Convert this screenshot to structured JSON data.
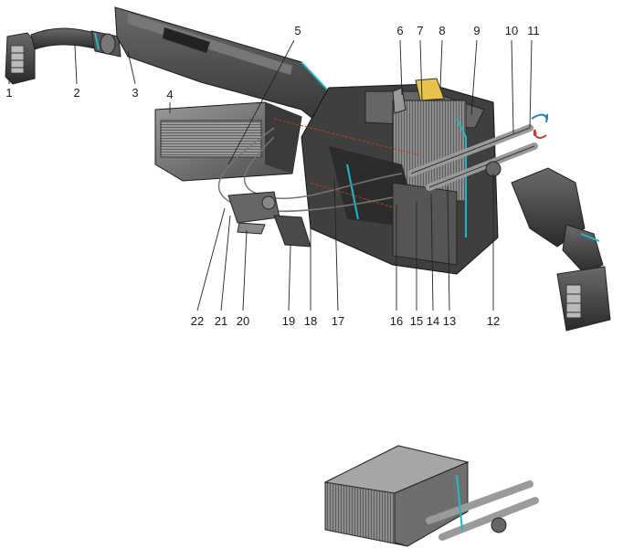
{
  "diagram": {
    "callouts": [
      {
        "id": "1",
        "label": "1"
      },
      {
        "id": "2",
        "label": "2"
      },
      {
        "id": "3",
        "label": "3"
      },
      {
        "id": "4",
        "label": "4"
      },
      {
        "id": "5",
        "label": "5"
      },
      {
        "id": "6",
        "label": "6"
      },
      {
        "id": "7",
        "label": "7"
      },
      {
        "id": "8",
        "label": "8"
      },
      {
        "id": "9",
        "label": "9"
      },
      {
        "id": "10",
        "label": "10"
      },
      {
        "id": "11",
        "label": "11"
      },
      {
        "id": "12",
        "label": "12"
      },
      {
        "id": "13",
        "label": "13"
      },
      {
        "id": "14",
        "label": "14"
      },
      {
        "id": "15",
        "label": "15"
      },
      {
        "id": "16",
        "label": "16"
      },
      {
        "id": "17",
        "label": "17"
      },
      {
        "id": "18",
        "label": "18"
      },
      {
        "id": "19",
        "label": "19"
      },
      {
        "id": "20",
        "label": "20"
      },
      {
        "id": "21",
        "label": "21"
      },
      {
        "id": "22",
        "label": "22"
      }
    ],
    "colors": {
      "housing": "#3a3a3a",
      "housing_light": "#8a8a8a",
      "accent_cyan": "#1fb8c9",
      "accent_yellow": "#e8c24a",
      "accent_red": "#c0392b",
      "flow_blue": "#2a7fc4",
      "flow_red": "#c0392b"
    }
  }
}
